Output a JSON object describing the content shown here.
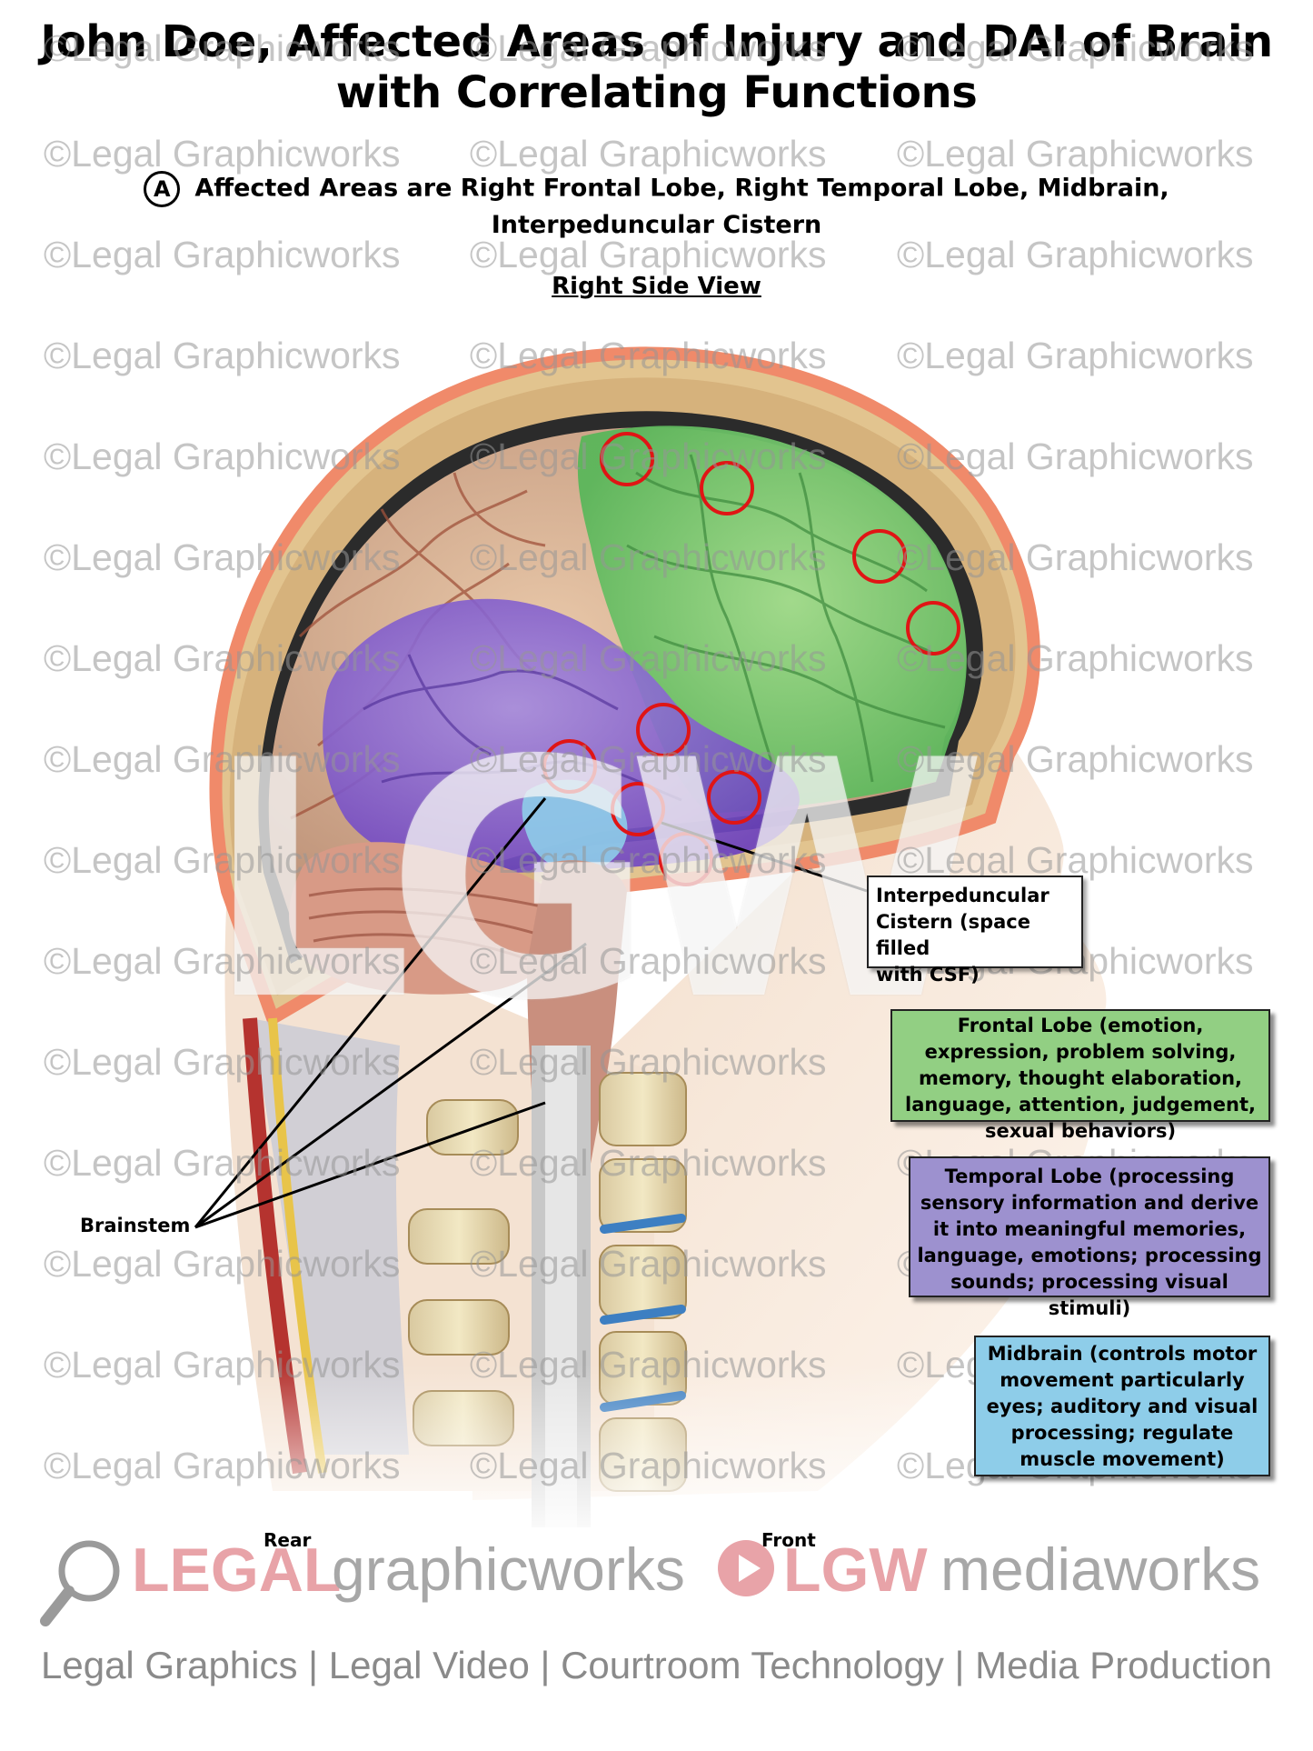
{
  "title_line1": "John Doe, Affected Areas of Injury and DAI of Brain",
  "title_line2": "with Correlating Functions",
  "marker_letter": "A",
  "affected_line1": "Affected Areas are Right Frontal Lobe, Right Temporal Lobe, Midbrain,",
  "affected_line2": "Interpeduncular Cistern",
  "view_label": "Right Side View",
  "labels": {
    "cistern_line1": "Interpeduncular",
    "cistern_line2": "Cistern (space filled",
    "cistern_line3": "with CSF)",
    "frontal": "Frontal Lobe (emotion, expression, problem solving, memory, thought elaboration, language, attention, judgement, sexual behaviors)",
    "temporal": "Temporal Lobe (processing sensory information and derive it into meaningful memories, language, emotions; processing sounds; processing visual stimuli)",
    "midbrain": "Midbrain (controls motor movement particularly eyes; auditory and visual processing; regulate muscle movement)",
    "brainstem": "Brainstem",
    "rear": "Rear",
    "front": "Front"
  },
  "watermark_text": "©Legal Graphicworks",
  "big_watermark": "LGW",
  "logo": {
    "legal": "LEGAL",
    "graphicworks": "graphicworks",
    "lgw": "LGW",
    "mediaworks": "mediaworks"
  },
  "tagline": "Legal Graphics | Legal Video | Courtroom Technology | Media Production",
  "colors": {
    "frontal": "#92cf83",
    "temporal": "#9d91cf",
    "midbrain": "#8ecde9",
    "injury_circle": "#e01515",
    "logo_pink": "#e8a3a8"
  }
}
